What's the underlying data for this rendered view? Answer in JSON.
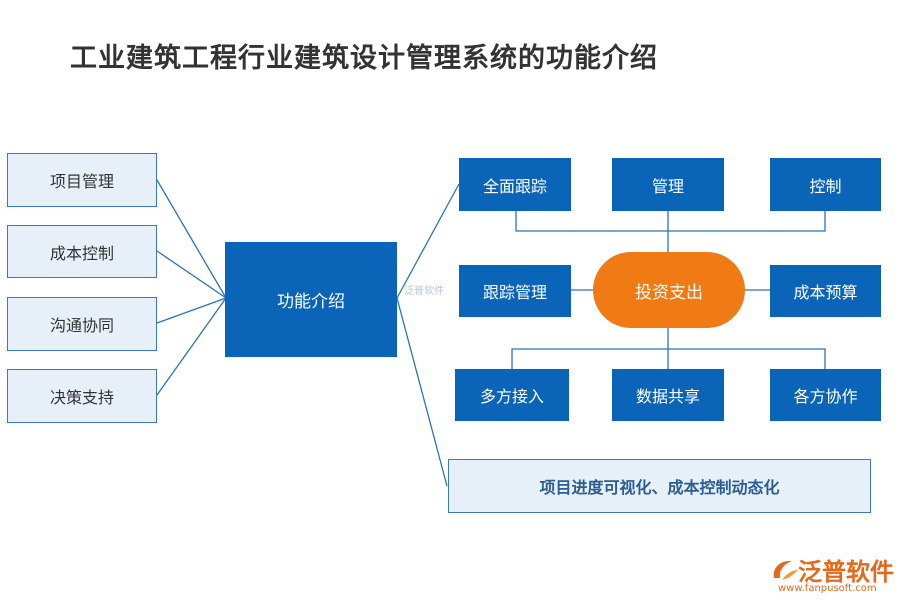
{
  "title": "工业建筑工程行业建筑设计管理系统的功能介绍",
  "left_items": [
    "项目管理",
    "成本控制",
    "沟通协同",
    "决策支持"
  ],
  "center": "功能介绍",
  "top_items": [
    "全面跟踪",
    "管理",
    "控制"
  ],
  "middle": {
    "left": "跟踪管理",
    "hub": "投资支出",
    "right": "成本预算"
  },
  "bottom_items": [
    "多方接入",
    "数据共享",
    "各方协作"
  ],
  "summary": "项目进度可视化、成本控制动态化",
  "watermark": "泛普软件",
  "logo": {
    "name": "泛普软件",
    "url": "www.fanpusoft.com"
  },
  "colors": {
    "blue": "#0a64b8",
    "light_fill": "#e7f0f8",
    "orange": "#f07a14",
    "line": "#2a74b8"
  }
}
